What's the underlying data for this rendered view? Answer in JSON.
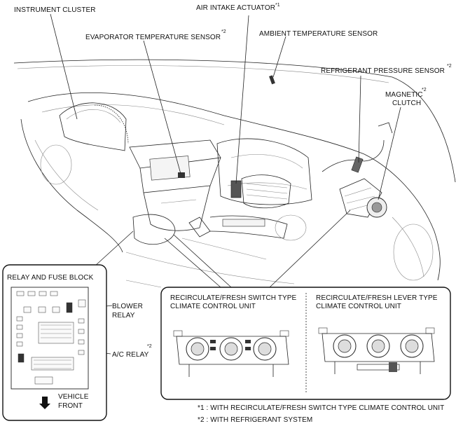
{
  "labels": {
    "instrument_cluster": "INSTRUMENT CLUSTER",
    "air_intake_actuator": "AIR INTAKE ACTUATOR",
    "air_intake_sup": "*1",
    "evaporator_sensor": "EVAPORATOR TEMPERATURE SENSOR",
    "evaporator_sup": "*2",
    "ambient_sensor": "AMBIENT TEMPERATURE SENSOR",
    "refrigerant_sensor": "REFRIGERANT PRESSURE SENSOR",
    "refrigerant_sup": "*2",
    "magnetic_clutch_1": "MAGNETIC",
    "magnetic_clutch_2": "CLUTCH",
    "magnetic_sup": "*2",
    "relay_fuse_block": "RELAY AND FUSE BLOCK",
    "blower_relay_1": "BLOWER",
    "blower_relay_2": "RELAY",
    "ac_relay": "A/C RELAY",
    "ac_relay_sup": "*2",
    "vehicle_front_1": "VEHICLE",
    "vehicle_front_2": "FRONT",
    "switch_type_1": "RECIRCULATE/FRESH SWITCH TYPE",
    "switch_type_2": "CLIMATE CONTROL UNIT",
    "lever_type_1": "RECIRCULATE/FRESH LEVER TYPE",
    "lever_type_2": "CLIMATE CONTROL UNIT"
  },
  "footnotes": {
    "note1": "*1 : WITH RECIRCULATE/FRESH SWITCH TYPE CLIMATE CONTROL UNIT",
    "note2": "*2 : WITH REFRIGERANT SYSTEM"
  },
  "icons": {
    "arrow": "down-arrow-icon"
  }
}
